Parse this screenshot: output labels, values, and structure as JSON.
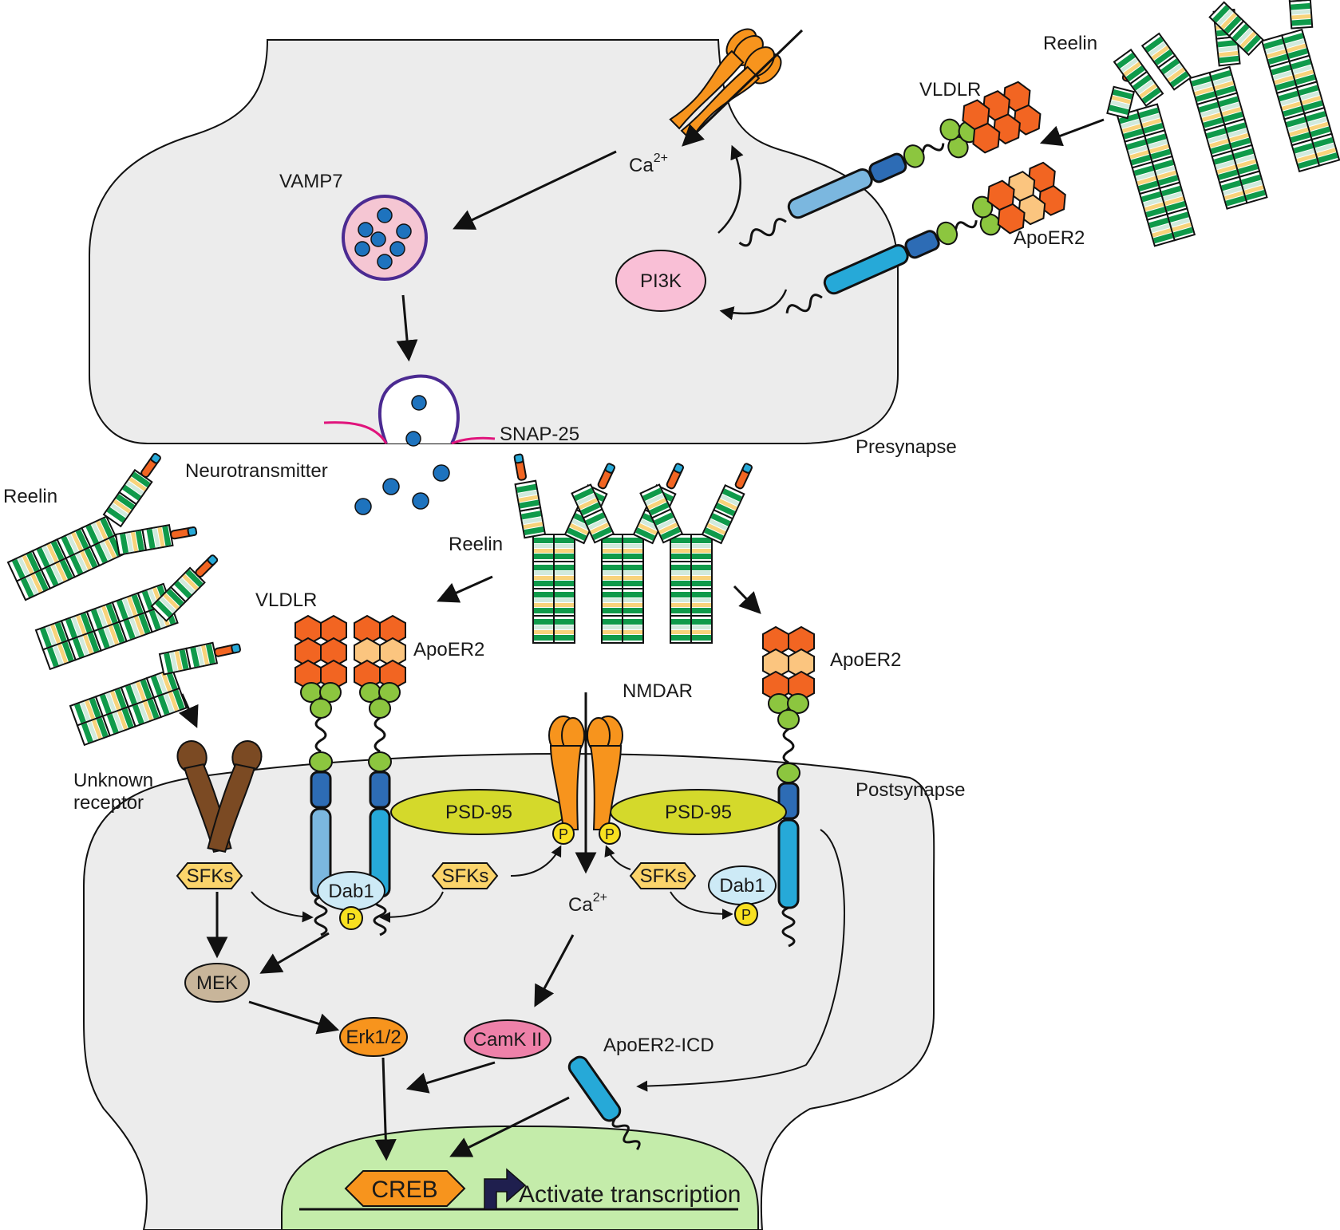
{
  "labels": {
    "presynapse": "Presynapse",
    "postsynapse": "Postsynapse",
    "reelin_pre": "Reelin",
    "reelin_left": "Reelin",
    "reelin_center": "Reelin",
    "vldlr_pre": "VLDLR",
    "apoer2_pre": "ApoER2",
    "vldlr_post": "VLDLR",
    "apoer2_post_left": "ApoER2",
    "apoer2_post_right": "ApoER2",
    "nmdar": "NMDAR",
    "vamp7": "VAMP7",
    "pi3k": "PI3K",
    "ca_pre": "Ca",
    "ca_pre_sup": "2+",
    "ca_post": "Ca",
    "ca_post_sup": "2+",
    "snap25": "SNAP-25",
    "neurotransmitter": "Neurotransmitter",
    "unknown_receptor_1": "Unknown",
    "unknown_receptor_2": "receptor",
    "psd95_left": "PSD-95",
    "psd95_right": "PSD-95",
    "sfks_1": "SFKs",
    "sfks_2": "SFKs",
    "sfks_3": "SFKs",
    "dab1_left": "Dab1",
    "dab1_right": "Dab1",
    "p": "P",
    "mek": "MEK",
    "erk": "Erk1/2",
    "camk": "CamK II",
    "apoer2_icd": "ApoER2-ICD",
    "creb": "CREB",
    "activate_transcription": "Activate transcription"
  },
  "colors": {
    "cell_fill": "#ececec",
    "nucleus_fill": "#c4ecaa",
    "orange": "#f7941d",
    "brown": "#7b4a23",
    "psd95": "#d4d92b",
    "sfks": "#fbd46b",
    "dab1": "#cdeaf6",
    "p": "#f8e020",
    "mek": "#c8b59a",
    "camk": "#ee81a9",
    "pi3k": "#f9bfd6",
    "vesicle_outline": "#4b2a91",
    "vesicle_fill": "#f5c6d3",
    "dots": "#1e73be",
    "snap25": "#e0147c",
    "receptor_light": "#7bb7df",
    "receptor_cyan": "#26a9d8",
    "receptor_dark": "#2d6cb5",
    "receptor_green": "#8cc63f",
    "ligand_orange": "#f26522",
    "ligand_peach": "#fbc57f",
    "reelin_green": "#0f9a4a",
    "reelin_light": "#d1eadd",
    "reelin_yellow": "#f8d37b"
  }
}
